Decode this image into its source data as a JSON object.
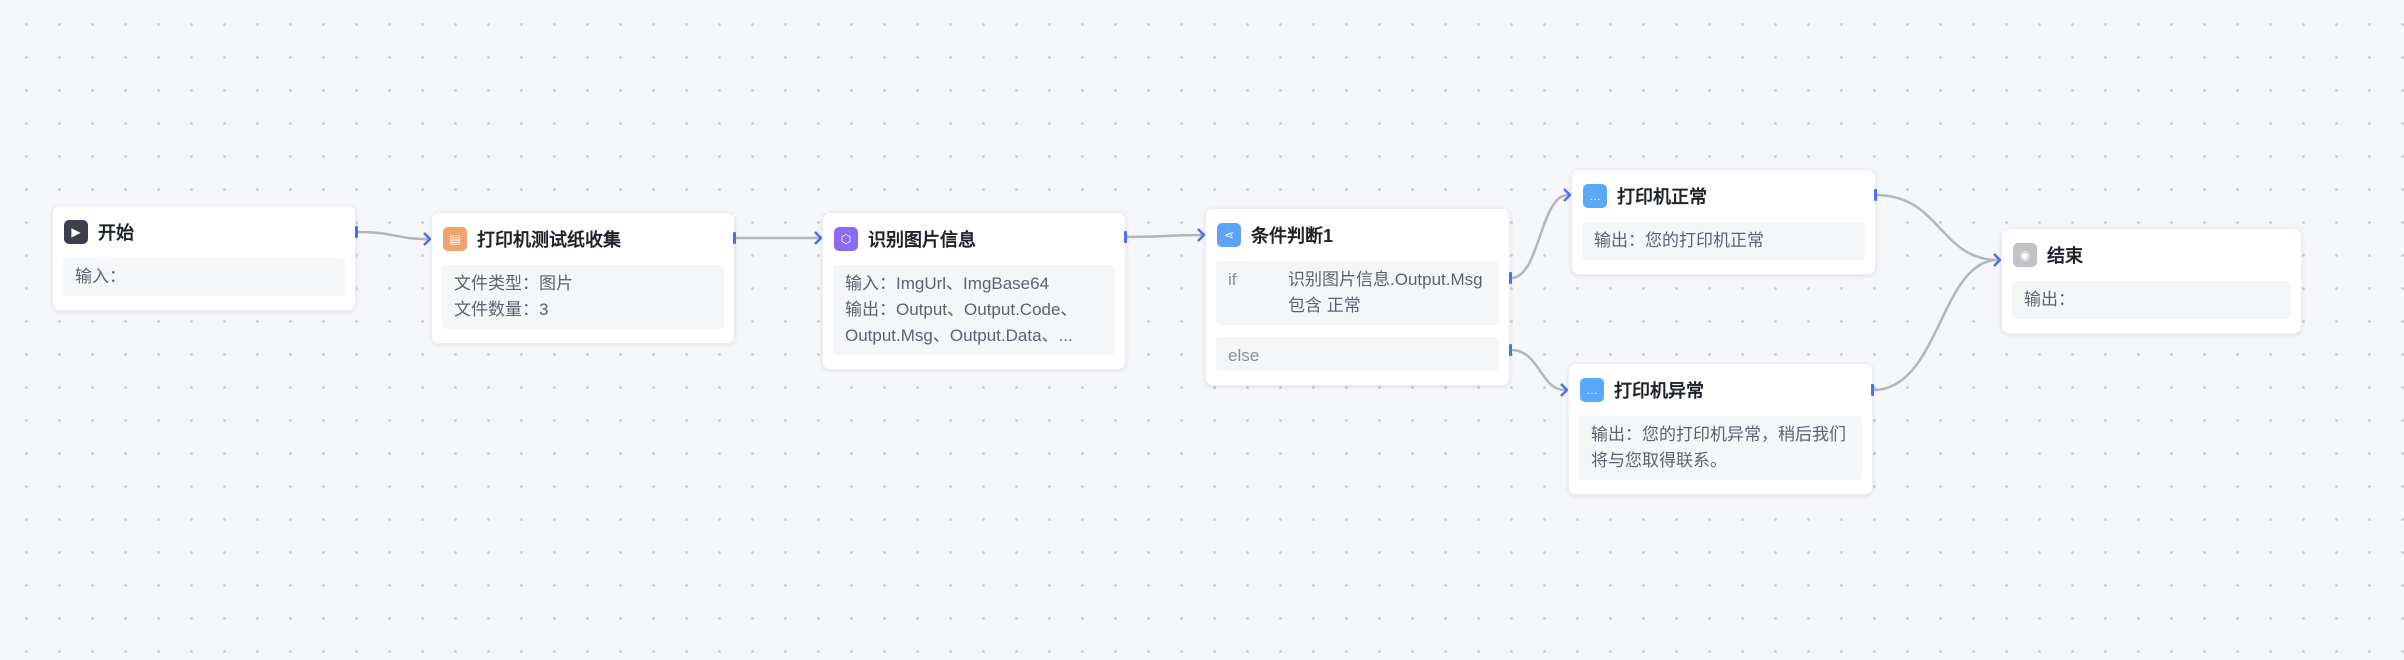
{
  "nodes": {
    "start": {
      "title": "开始",
      "lines": [
        "输入："
      ],
      "color": "#3b3f4f",
      "icon": "play-icon"
    },
    "collect": {
      "title": "打印机测试纸收集",
      "lines": [
        "文件类型：图片",
        "文件数量：3"
      ],
      "color": "#f0a36a",
      "icon": "document-icon"
    },
    "recognize": {
      "title": "识别图片信息",
      "lines": [
        "输入：ImgUrl、ImgBase64",
        "输出：Output、Output.Code、",
        "Output.Msg、Output.Data、..."
      ],
      "color": "#8b6cf0",
      "icon": "plugin-icon"
    },
    "condition": {
      "title": "条件判断1",
      "if_label": "if",
      "if_text": "识别图片信息.Output.Msg 包含 正常",
      "else_label": "else",
      "color": "#5aa3f5",
      "icon": "branch-icon"
    },
    "normal": {
      "title": "打印机正常",
      "lines": [
        "输出：您的打印机正常"
      ],
      "color": "#5aa8fa",
      "icon": "message-icon"
    },
    "abnormal": {
      "title": "打印机异常",
      "lines": [
        "输出：您的打印机异常，稍后我们将与您取得联系。"
      ],
      "color": "#5aa8fa",
      "icon": "message-icon"
    },
    "end": {
      "title": "结束",
      "lines": [
        "输出："
      ],
      "color": "#c0c2c8",
      "icon": "stop-icon"
    }
  }
}
